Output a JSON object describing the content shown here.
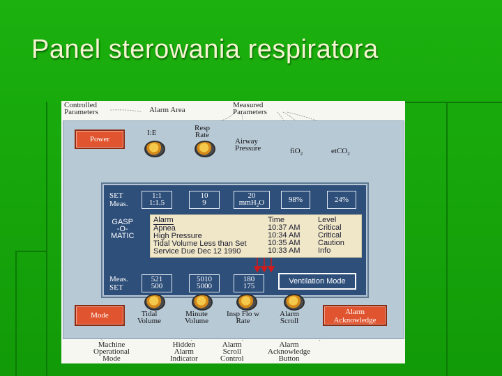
{
  "slide": {
    "title": "Panel sterowania respiratora"
  },
  "callouts_top": {
    "controlled": "Controlled\nParameters",
    "alarm_area": "Alarm Area",
    "measured": "Measured\nParameters"
  },
  "controls_top": {
    "power": "Power",
    "ie": "I:E",
    "resp_rate": "Resp\nRate",
    "airway_pressure": "Airway\nPressure",
    "fio2": "fiO",
    "fio2_sub": "2",
    "etco2": "etCO",
    "etco2_sub": "2"
  },
  "screen": {
    "set_label": "SET",
    "meas_label": "Meas.",
    "ie_set": "1:1",
    "ie_meas": "1:1.5",
    "rate_set": "10",
    "rate_meas": "9",
    "pressure_val": "20",
    "pressure_unit": "mmH",
    "pressure_unit_sub": "2",
    "pressure_unit_tail": "O",
    "fio2_val": "98%",
    "etco2_val": "24%",
    "brand": "GASP\n-O-\nMATIC",
    "alarm_headers": {
      "alarm": "Alarm",
      "time": "Time",
      "level": "Level"
    },
    "alarms": [
      {
        "alarm": "Apnea",
        "time": "10:37  AM",
        "level": "Critical"
      },
      {
        "alarm": "High Pressure",
        "time": "10:34  AM",
        "level": "Critical"
      },
      {
        "alarm": "Tidal Volume Less than Set",
        "time": "10:35  AM",
        "level": "Caution"
      },
      {
        "alarm": "Service Due Dec 12 1990",
        "time": "10:33 AM",
        "level": "Info"
      }
    ],
    "bottom_meas_label": "Meas.",
    "bottom_set_label": "SET",
    "tv_meas": "521",
    "tv_set": "500",
    "mv_meas": "5010",
    "mv_set": "5000",
    "flow_meas": "180",
    "flow_set": "175",
    "vent_mode": "Ventilation Mode"
  },
  "controls_bottom": {
    "mode": "Mode",
    "tidal_volume": "Tidal\nVolume",
    "minute_volume": "Minute\nVolume",
    "insp_flow_rate": "Insp Flo w\nRate",
    "alarm_scroll": "Alarm\nScroll",
    "alarm_ack": "Alarm\nAcknowledge"
  },
  "callouts_bottom": {
    "machine_mode": "Machine\nOperational\nMode",
    "hidden_alarm": "Hidden\nAlarm\nIndicator",
    "alarm_scroll_control": "Alarm\nScroll\nControl",
    "alarm_ack_button": "Alarm\nAcknowledge\nButton"
  },
  "colors": {
    "slide_green": "#17a40c",
    "screen_blue": "#2e4f7a",
    "button_red": "#e0552f",
    "knob_gold": "#f4c84a"
  }
}
